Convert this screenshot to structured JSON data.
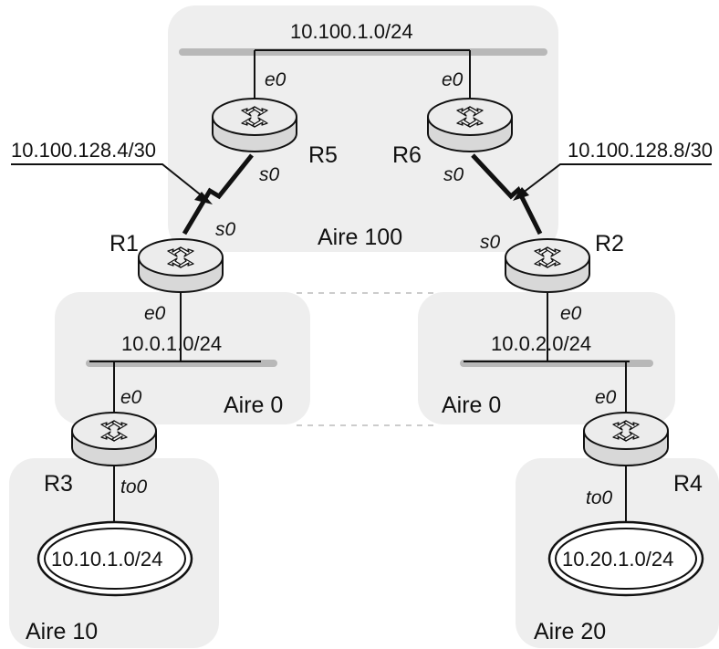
{
  "areas": {
    "area_100": "Aire 100",
    "area_0_left": "Aire 0",
    "area_0_right": "Aire 0",
    "area_10": "Aire 10",
    "area_20": "Aire 20"
  },
  "networks": {
    "top_lan": "10.100.1.0/24",
    "serial_left": "10.100.128.4/30",
    "serial_right": "10.100.128.8/30",
    "lan_left": "10.0.1.0/24",
    "lan_right": "10.0.2.0/24",
    "ring_left": "10.10.1.0/24",
    "ring_right": "10.20.1.0/24"
  },
  "routers": {
    "r1": "R1",
    "r2": "R2",
    "r3": "R3",
    "r4": "R4",
    "r5": "R5",
    "r6": "R6"
  },
  "interfaces": {
    "r5_e0": "e0",
    "r6_e0": "e0",
    "r5_s0": "s0",
    "r6_s0": "s0",
    "r1_s0": "s0",
    "r2_s0": "s0",
    "r1_e0": "e0",
    "r2_e0": "e0",
    "r3_e0": "e0",
    "r4_e0": "e0",
    "r3_to0": "to0",
    "r4_to0": "to0"
  },
  "colors": {
    "area_fill": "#eeeeee",
    "bus_gray": "#b8b8b8",
    "router_fill": "#e6e6e6",
    "line": "#111111"
  }
}
